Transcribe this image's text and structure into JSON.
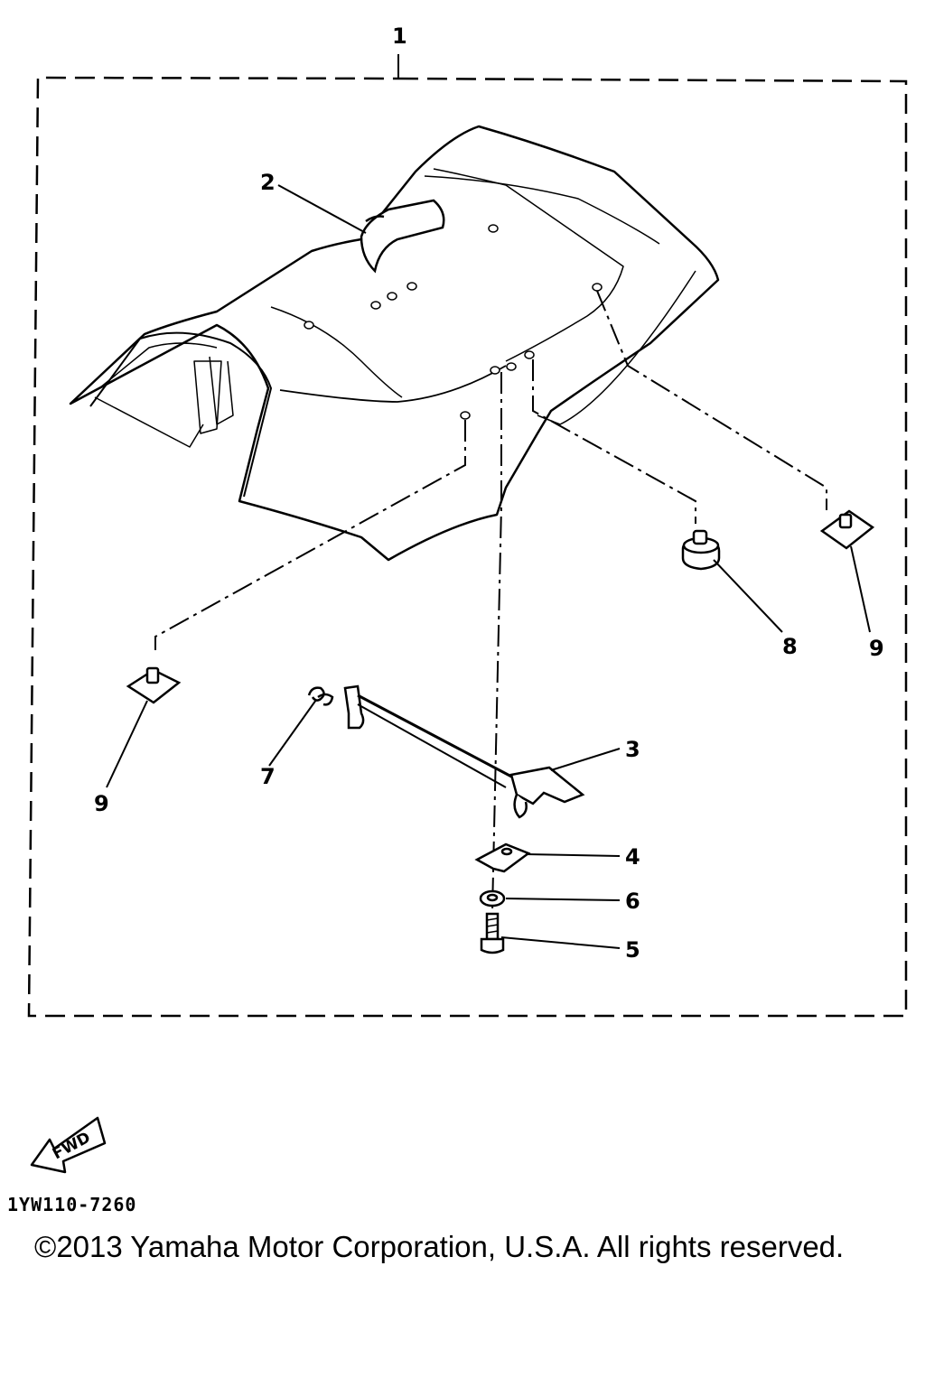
{
  "callouts": {
    "c1": "1",
    "c2": "2",
    "c3": "3",
    "c4": "4",
    "c5": "5",
    "c6": "6",
    "c7": "7",
    "c8": "8",
    "c9a": "9",
    "c9b": "9"
  },
  "fwd_label": "FWD",
  "part_code": "1YW110-7260",
  "copyright": "©2013 Yamaha Motor Corporation, U.S.A. All rights reserved.",
  "colors": {
    "ink": "#000000",
    "paper": "#ffffff"
  },
  "icons": {
    "forward": "fwd-arrow-icon"
  }
}
